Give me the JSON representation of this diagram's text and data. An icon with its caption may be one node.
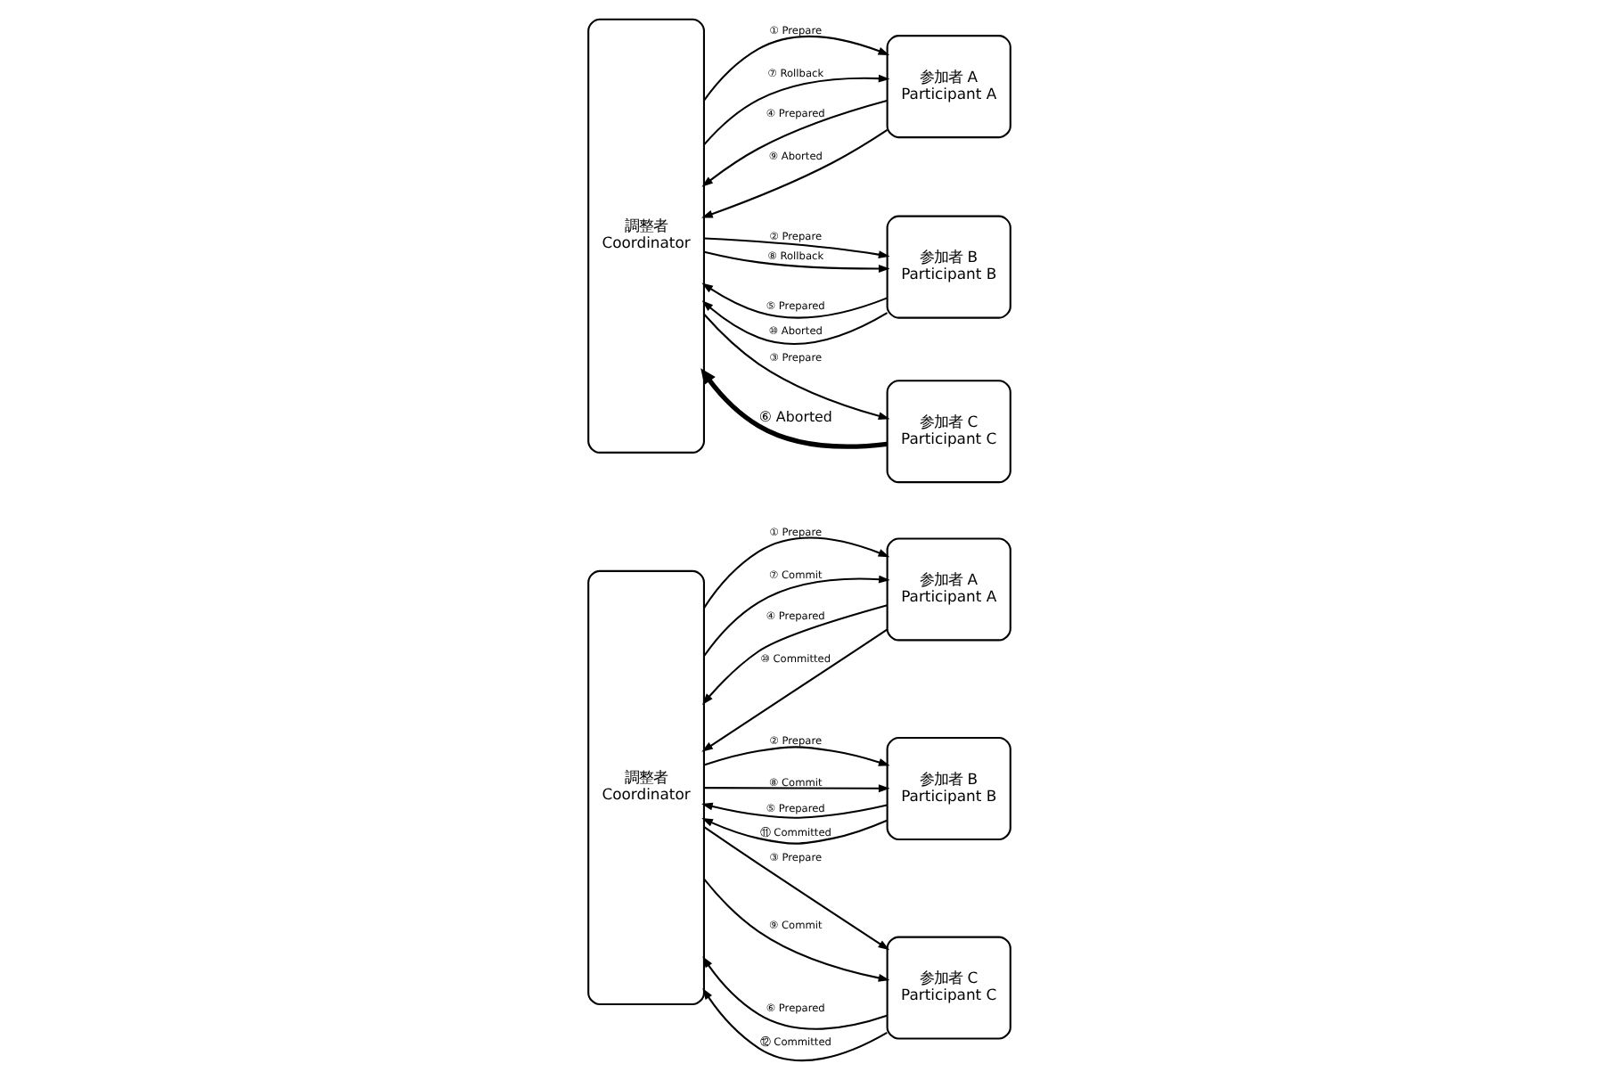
{
  "diagram": {
    "nodes": [
      {
        "text": [
          "調整者",
          "Coordinator"
        ]
      },
      {
        "text": [
          "参加者 A",
          "Participant A"
        ]
      },
      {
        "text": [
          "参加者 B",
          "Participant B"
        ]
      },
      {
        "text": [
          "参加者 C",
          "Participant C"
        ]
      },
      {
        "text": [
          "調整者",
          "Coordinator"
        ]
      },
      {
        "text": [
          "参加者 A",
          "Participant A"
        ]
      },
      {
        "text": [
          "参加者 B",
          "Participant B"
        ]
      },
      {
        "text": [
          "参加者 C",
          "Participant C"
        ]
      }
    ],
    "edges": [
      {
        "from": 0,
        "to": 1,
        "arrow": "to",
        "label": "① Prepare"
      },
      {
        "from": 1,
        "to": 0,
        "arrow": "to",
        "label": "④ Prepared"
      },
      {
        "from": 0,
        "to": 1,
        "arrow": "to",
        "label": "⑦ Commit"
      },
      {
        "from": 1,
        "to": 0,
        "arrow": "to",
        "label": "⑩ Committed"
      },
      {
        "from": 0,
        "to": 2,
        "arrow": "to",
        "label": "② Prepare"
      },
      {
        "from": 2,
        "to": 0,
        "arrow": "to",
        "label": "⑤ Prepared"
      },
      {
        "from": 0,
        "to": 2,
        "arrow": "to",
        "label": "⑧ Commit"
      },
      {
        "from": 2,
        "to": 0,
        "arrow": "to",
        "label": "⑪ Committed"
      },
      {
        "from": 0,
        "to": 3,
        "arrow": "to",
        "label": "③ Prepare"
      },
      {
        "from": 3,
        "to": 0,
        "arrow": "to",
        "label": "⑥ Prepared"
      },
      {
        "from": 0,
        "to": 3,
        "arrow": "to",
        "label": "⑨ Commit"
      },
      {
        "from": 3,
        "to": 0,
        "arrow": "to",
        "label": "⑫ Committed"
      },
      {
        "from": 4,
        "to": 5,
        "arrow": "to",
        "label": "① Prepare"
      },
      {
        "from": 5,
        "to": 4,
        "arrow": "to",
        "label": "④ Prepared"
      },
      {
        "from": 4,
        "to": 5,
        "arrow": "to",
        "label": "⑦ Rollback"
      },
      {
        "from": 5,
        "to": 4,
        "arrow": "to",
        "label": "⑨ Aborted"
      },
      {
        "from": 4,
        "to": 6,
        "arrow": "to",
        "label": "② Prepare"
      },
      {
        "from": 6,
        "to": 4,
        "arrow": "to",
        "label": "⑤ Prepared"
      },
      {
        "from": 4,
        "to": 6,
        "arrow": "to",
        "label": "⑧ Rollback"
      },
      {
        "from": 6,
        "to": 4,
        "arrow": "to",
        "label": "⑩ Aborted"
      },
      {
        "from": 4,
        "to": 7,
        "arrow": "to",
        "label": "③ Prepare"
      },
      {
        "from": 7,
        "to": 4,
        "arrow": "to",
        "label": "⑥ Aborted",
        "style": "thick"
      }
    ]
  }
}
